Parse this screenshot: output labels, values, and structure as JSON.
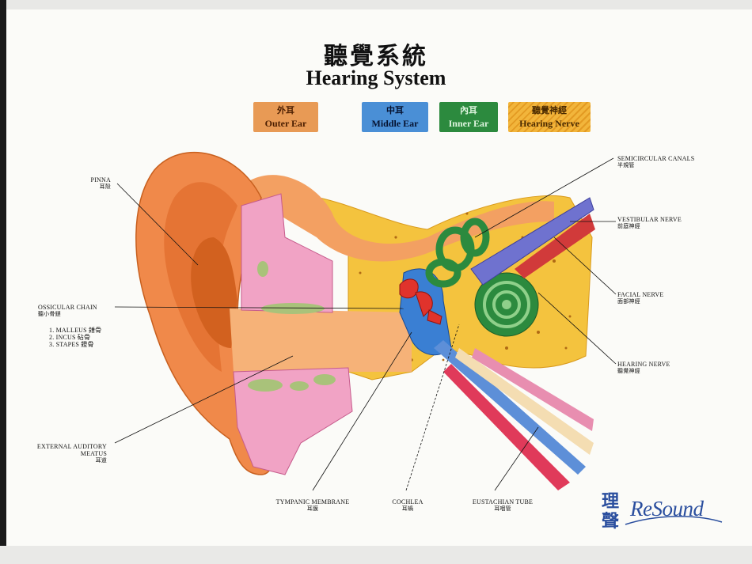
{
  "title": {
    "chinese": "聽覺系統",
    "english": "Hearing System"
  },
  "legend": [
    {
      "cn": "外耳",
      "en": "Outer Ear",
      "color": "#e89a55"
    },
    {
      "cn": "中耳",
      "en": "Middle Ear",
      "color": "#4a8fd6"
    },
    {
      "cn": "內耳",
      "en": "Inner Ear",
      "color": "#2c8a3e"
    },
    {
      "cn": "聽覺神經",
      "en": "Hearing Nerve",
      "color": "#f2b53b"
    }
  ],
  "labels": {
    "pinna": {
      "en": "PINNA",
      "cn": "耳殼"
    },
    "ossicular_chain": {
      "en": "OSSICULAR CHAIN",
      "cn": "聽小骨鏈"
    },
    "ossicles": [
      "1. MALLEUS  錘骨",
      "2. INCUS  砧骨",
      "3. STAPES  鐙骨"
    ],
    "external_meatus": {
      "en": "EXTERNAL AUDITORY MEATUS",
      "cn": "耳道"
    },
    "tympanic_membrane": {
      "en": "TYMPANIC MEMBRANE",
      "cn": "耳膜"
    },
    "cochlea": {
      "en": "COCHLEA",
      "cn": "耳蝸"
    },
    "eustachian_tube": {
      "en": "EUSTACHIAN TUBE",
      "cn": "耳咽管"
    },
    "semicircular_canals": {
      "en": "SEMICIRCULAR CANALS",
      "cn": "半規管"
    },
    "vestibular_nerve": {
      "en": "VESTIBULAR NERVE",
      "cn": "前庭神經"
    },
    "facial_nerve": {
      "en": "FACIAL NERVE",
      "cn": "面部神經"
    },
    "hearing_nerve": {
      "en": "HEARING NERVE",
      "cn": "聽覺神經"
    }
  },
  "logo": {
    "cn": "理聲",
    "en": "ReSound",
    "color": "#2a4e9e"
  }
}
